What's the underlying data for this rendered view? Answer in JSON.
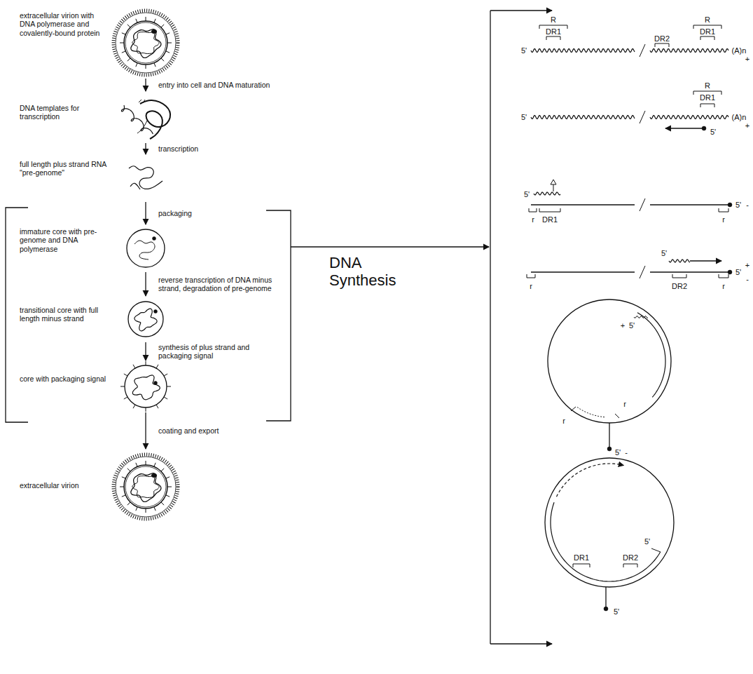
{
  "diagram": {
    "nodes": [
      {
        "text": [
          "extracellular virion with DNA polymerase and covalently-bound protein"
        ]
      },
      {
        "text": [
          "DNA templates for transcription"
        ]
      },
      {
        "text": [
          "full length plus strand RNA \"pre-genome\""
        ]
      },
      {
        "text": [
          "immature core with pre-genome and DNA polymerase"
        ]
      },
      {
        "text": [
          "transitional core with full length minus strand"
        ]
      },
      {
        "text": [
          "core with packaging signal"
        ]
      },
      {
        "text": [
          "extracellular virion"
        ]
      }
    ],
    "edges": [
      {
        "from": 0,
        "to": 1,
        "arrow": "to",
        "label": "entry into cell and DNA maturation"
      },
      {
        "from": 1,
        "to": 2,
        "arrow": "to",
        "label": "transcription"
      },
      {
        "from": 2,
        "to": 3,
        "arrow": "to",
        "label": "packaging"
      },
      {
        "from": 3,
        "to": 4,
        "arrow": "to",
        "label": "reverse transcription of DNA minus strand, degradation of pre-genome"
      },
      {
        "from": 4,
        "to": 5,
        "arrow": "to",
        "label": "synthesis of plus strand and packaging signal"
      },
      {
        "from": 5,
        "to": 6,
        "arrow": "to",
        "label": "coating and export"
      }
    ],
    "labels": [
      "DNA Synthesis",
      "R",
      "DR1",
      "5'",
      "DR2",
      "R",
      "DR1",
      "(A)n",
      "+",
      "R",
      "DR1",
      "5'",
      "(A)n",
      "+",
      "5'",
      "5'",
      "r",
      "DR1",
      "5'",
      "-",
      "r",
      "5'",
      "r",
      "DR2",
      "r",
      "5'",
      "+",
      "-",
      "+",
      "5'",
      "r",
      "r",
      "5'",
      "-",
      "DR1",
      "DR2",
      "5'",
      "5'"
    ]
  }
}
